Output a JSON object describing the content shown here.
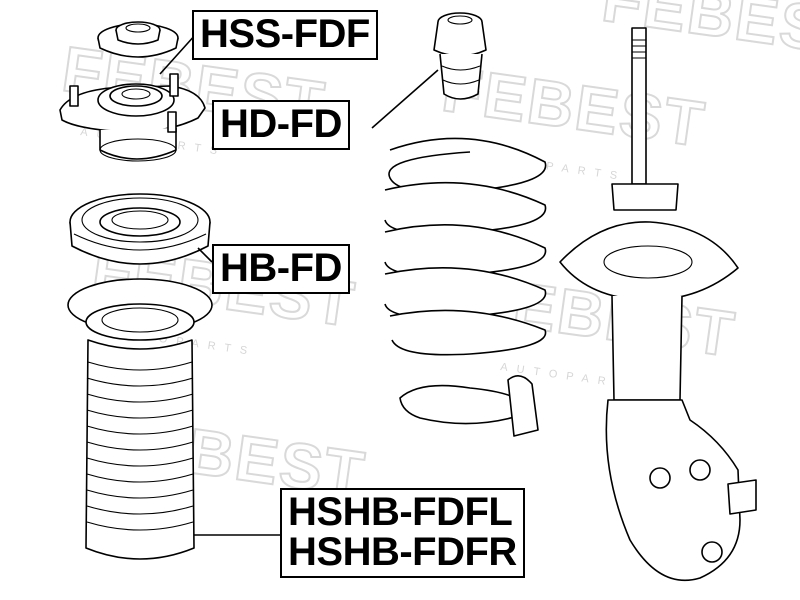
{
  "watermark": {
    "brand": "FEBEST",
    "tagline": "AUTOPARTS"
  },
  "labels": {
    "hss": "HSS-FDF",
    "hd": "HD-FD",
    "hb": "HB-FD",
    "hshb_left": "HSHB-FDFL",
    "hshb_right": "HSHB-FDFR"
  },
  "colors": {
    "line": "#000000",
    "background": "#ffffff",
    "watermark": "#d9d9d9"
  }
}
